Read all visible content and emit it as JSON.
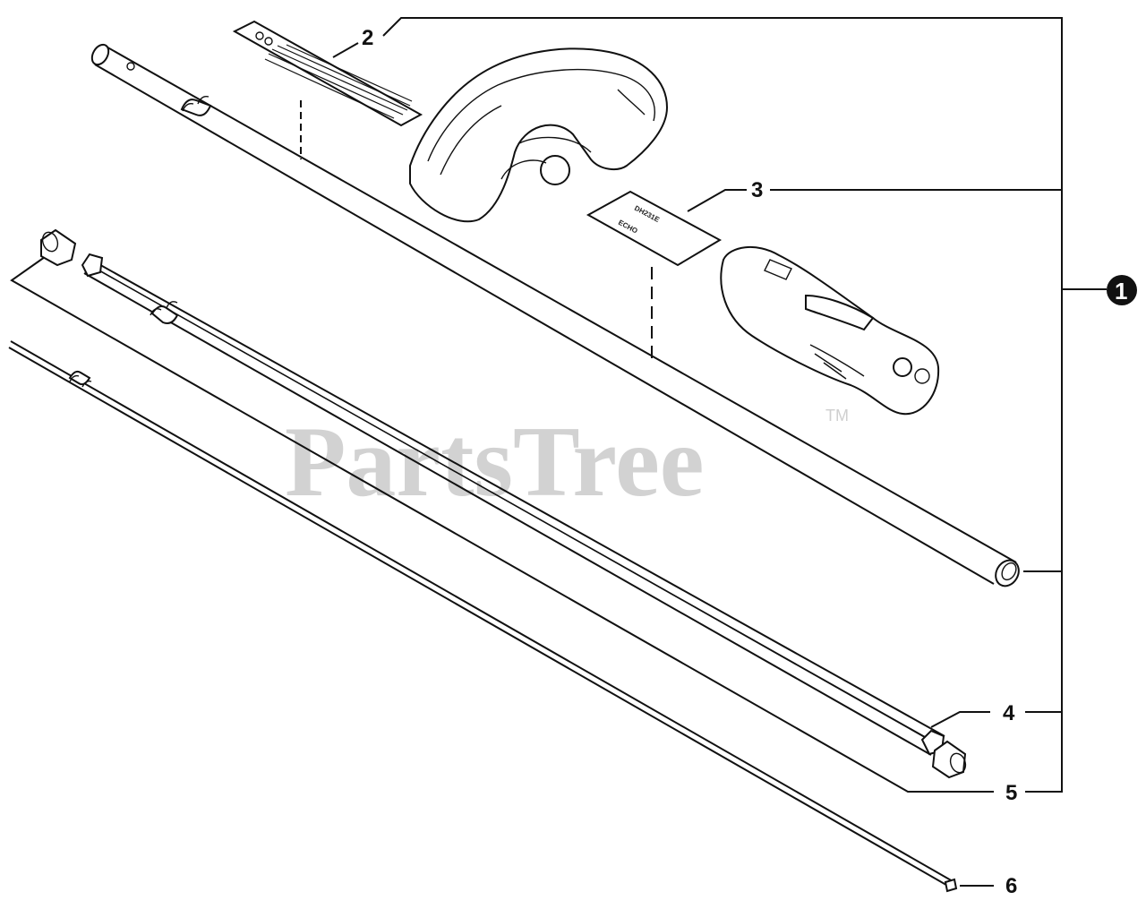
{
  "watermark": {
    "text": "PartsTree",
    "tm": "TM"
  },
  "callouts": {
    "assembly": "1",
    "decal_warning": "2",
    "decal_model": "3",
    "bushing_top": "4",
    "bushing_bottom": "5",
    "drive_shaft": "6"
  },
  "decal_model_text": {
    "line1": "DH231E",
    "line2": "ECHO"
  }
}
